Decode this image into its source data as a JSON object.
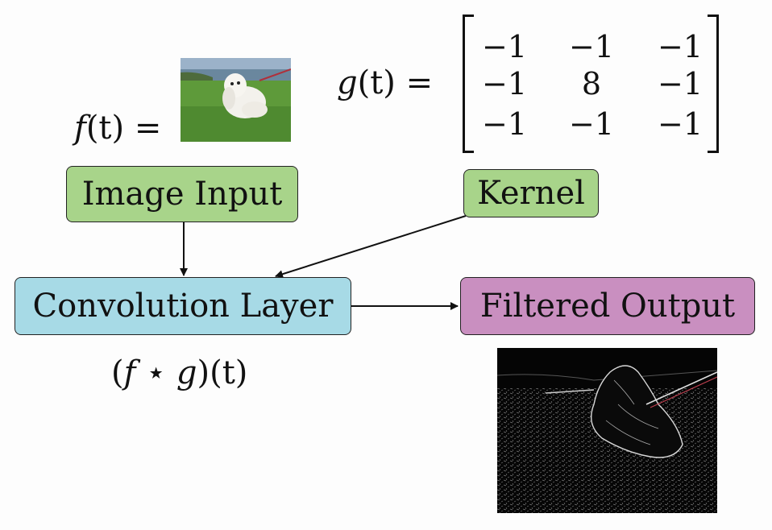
{
  "input_eq": {
    "fn": "f",
    "arg": "(t)",
    "equals": "="
  },
  "kernel_eq": {
    "fn": "g",
    "arg": "(t)",
    "equals": "="
  },
  "matrix": [
    [
      "−1",
      "−1",
      "−1"
    ],
    [
      "−1",
      "8",
      "−1"
    ],
    [
      "−1",
      "−1",
      "−1"
    ]
  ],
  "nodes": {
    "image_input": "Image Input",
    "kernel": "Kernel",
    "convolution": "Convolution Layer",
    "filtered": "Filtered Output"
  },
  "conv_label": {
    "open": "(",
    "f": "f",
    "star": " ⋆ ",
    "g": "g",
    "close": ")(t)"
  },
  "colors": {
    "green": "#a8d48a",
    "blue": "#a7dae6",
    "purple": "#c98fc0"
  },
  "images": {
    "input": "dog-photo",
    "output": "edge-filtered-dog"
  }
}
